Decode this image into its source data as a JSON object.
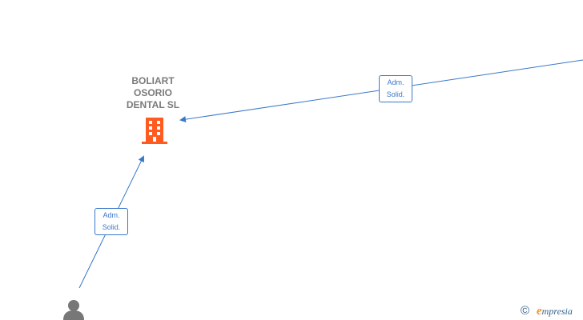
{
  "company": {
    "name": "BOLIART\nOSORIO\nDENTAL  SL",
    "icon": "building-icon",
    "color": "#ff5a1f"
  },
  "person": {
    "icon": "person-icon",
    "color": "#777777"
  },
  "edges": [
    {
      "id": "top",
      "label_line1": "Adm.",
      "label_line2": "Solid."
    },
    {
      "id": "bottom",
      "label_line1": "Adm.",
      "label_line2": "Solid."
    }
  ],
  "edge_color": "#3a78c9",
  "footer": {
    "copyright_symbol": "©",
    "brand_initial": "e",
    "brand_rest": "mpresia"
  }
}
